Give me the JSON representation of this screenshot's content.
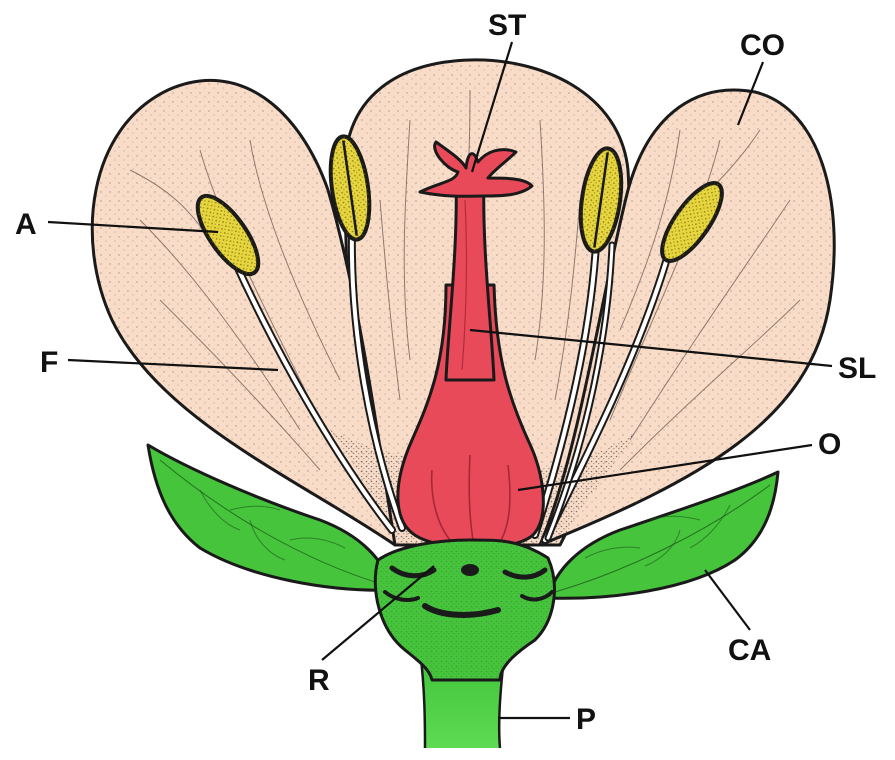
{
  "labels": {
    "st": "ST",
    "co": "CO",
    "a": "A",
    "f": "F",
    "sl": "SL",
    "o": "O",
    "r": "R",
    "ca": "CA",
    "p": "P"
  },
  "colors": {
    "petal": "#f9dcc8",
    "anther": "#e8d640",
    "pistil": "#e84a5a",
    "green": "#3fc23a",
    "outline": "#1a1a1a"
  }
}
